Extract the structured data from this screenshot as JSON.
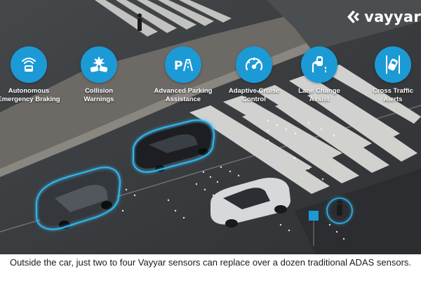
{
  "brand": {
    "name": "vayyar",
    "accent": "#1c9ad6",
    "logo_icon": "vayyar-chevron-icon"
  },
  "features": [
    {
      "icon": "car-front-sensor-icon",
      "label_line1": "Autonomous",
      "label_line2": "Emergency Braking"
    },
    {
      "icon": "collision-cars-icon",
      "label_line1": "Collision",
      "label_line2": "Warnings"
    },
    {
      "icon": "parking-icon",
      "label_line1": "Advanced Parking",
      "label_line2": "Assistance"
    },
    {
      "icon": "speedometer-icon",
      "label_line1": "Adaptive Cruise",
      "label_line2": "Control"
    },
    {
      "icon": "lane-change-icon",
      "label_line1": "Lane Change",
      "label_line2": "Assist"
    },
    {
      "icon": "cross-traffic-icon",
      "label_line1": "Cross Traffic",
      "label_line2": "Alerts"
    }
  ],
  "caption": "Outside the car, just two to four Vayyar sensors can replace over a dozen traditional ADAS sensors."
}
